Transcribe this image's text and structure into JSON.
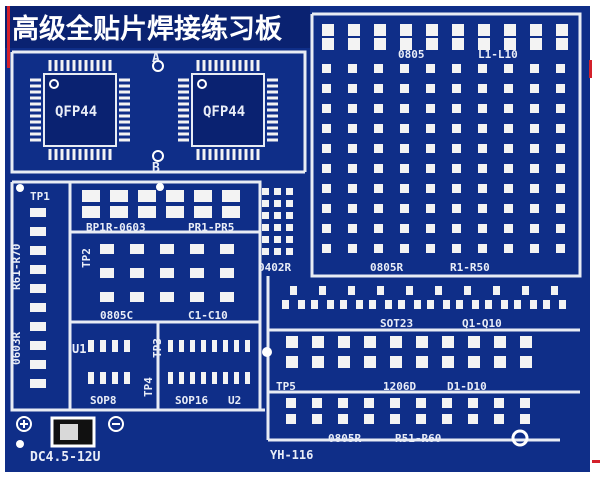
{
  "board": {
    "title": "高级全贴片焊接练习板",
    "colors": {
      "pcb": "#0f2e88",
      "pcb_dark": "#0a2271",
      "trace": "#e8ecf4",
      "pad": "#f3f3f3",
      "silk": "#e9edf7",
      "accent_red": "#d4202a"
    }
  },
  "labels": {
    "qfp_a": "QFP44",
    "qfp_b": "QFP44",
    "mark_a": "A",
    "mark_b": "B",
    "tp1": "TP1",
    "tp2": "TP2",
    "tp3": "TP3",
    "tp4": "TP4",
    "tp5": "TP5",
    "r61": "R61-R70",
    "r0603": "0603R",
    "bp1": "BP1R-0603",
    "pr": "PR1-PR5",
    "c0402": "0402R",
    "c0805c": "0805C",
    "c1c10": "C1-C10",
    "u1": "U1",
    "u2": "U2",
    "sop8": "SOP8",
    "sop16": "SOP16",
    "dc": "DC4.5-12U",
    "yh": "YH-116",
    "l0805": "0805",
    "l1l10": "L1-L10",
    "r0805r": "0805R",
    "r1r50": "R1-R50",
    "sot23": "SOT23",
    "q1q10": "Q1-Q10",
    "d1206": "1206D",
    "d1d10": "D1-D10",
    "b0805r": "0805R",
    "r51r60": "R51-R60"
  }
}
